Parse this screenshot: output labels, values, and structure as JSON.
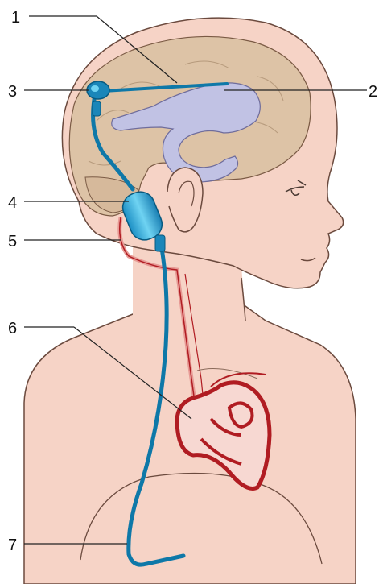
{
  "labels": {
    "l1": "1",
    "l2": "2",
    "l3": "3",
    "l4": "4",
    "l5": "5",
    "l6": "6",
    "l7": "7"
  },
  "colors": {
    "skin": "#f6d3c6",
    "skin_outline": "#6b4a3e",
    "brain": "#ddc3a6",
    "ventricle": "#c1c2e4",
    "shunt": "#0e78a8",
    "shunt_light": "#5ec8ec",
    "vessel": "#b01c22",
    "vessel_light": "#e79a95",
    "leader": "#222222"
  }
}
